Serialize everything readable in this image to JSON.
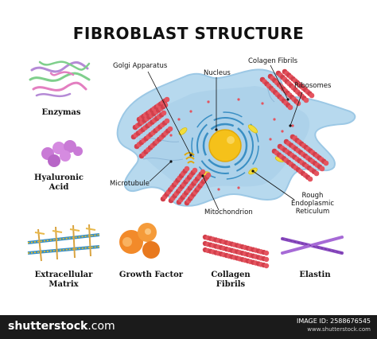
{
  "title": "FIBROBLAST STRUCTURE",
  "labels": {
    "golgi": "Golgi Apparatus",
    "nucleus": "Nucleus",
    "collagen_fibrils": "Colagen Fibrils",
    "ribosomes": "Ribosomes",
    "microtubule": "Microtubule",
    "mitochondrion": "Mitochondrion",
    "rer_line1": "Rough",
    "rer_line2": "Endoplasmic",
    "rer_line3": "Reticulum"
  },
  "captions": {
    "enzymas": "Enzymas",
    "hyaluronic_1": "Hyaluronic",
    "hyaluronic_2": "Acid",
    "ecm_1": "Extracellular",
    "ecm_2": "Matrix",
    "growth": "Growth Factor",
    "collagen_1": "Collagen",
    "collagen_2": "Fibrils",
    "elastin": "Elastin"
  },
  "footer": {
    "brand": "shutterstock",
    "brand_suffix": ".com",
    "credit": "IMAGE ID: 2588676545",
    "site": "www.shutterstock.com"
  },
  "colors": {
    "cell": "#b7d9ee",
    "cell_edge": "#9cc8e5",
    "nucleus": "#f5c11a",
    "nucleus_ring": "#3a8fc4",
    "collagen": "#e4545f",
    "enzyme_purple": "#b58ad6",
    "enzyme_green": "#7fcf8c",
    "hyaluronic": "#c97ad6",
    "growth": "#f28a2a",
    "elastin": "#8a4bc0"
  }
}
